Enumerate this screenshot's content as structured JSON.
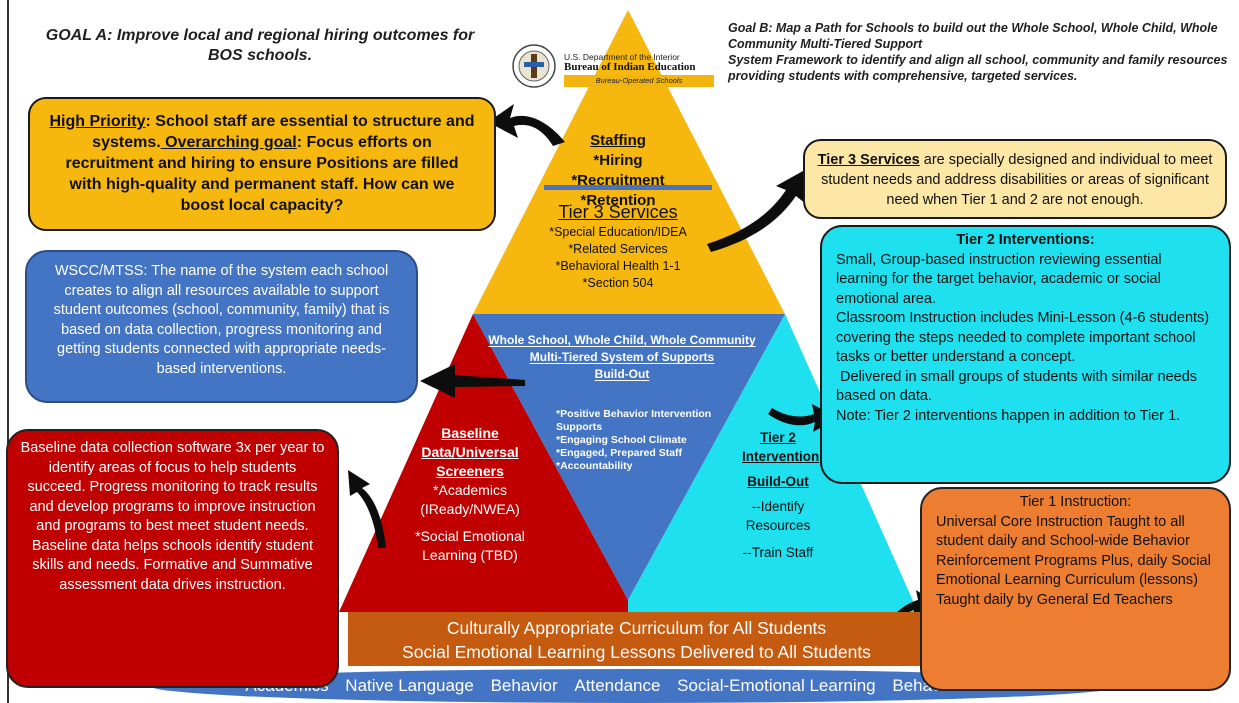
{
  "goal_a": "GOAL A: Improve local and regional hiring outcomes for BOS schools.",
  "goal_b": {
    "title": "Goal B: Map a Path for Schools to build out the Whole School, Whole Child, Whole Community Multi-Tiered Support",
    "body": "System Framework to identify and align all school, community and family resources providing students with comprehensive, targeted services."
  },
  "logo": {
    "line1": "U.S. Department of the Interior",
    "line2": "Bureau of Indian Education",
    "line3": "Bureau-Operated Schools"
  },
  "pyramid": {
    "staffing_title": "Staffing",
    "staffing_items": [
      "*Hiring",
      "*Recruitment",
      "*Retention"
    ],
    "tier3_title": "Tier 3 Services",
    "tier3_items": [
      "*Special Education/IDEA",
      "*Related Services",
      "*Behavioral Health 1-1",
      "*Section 504"
    ],
    "center_title": [
      "Whole School, Whole Child, Whole Community",
      "Multi-Tiered System of Supports",
      "Build-Out"
    ],
    "center_items": [
      "*Positive Behavior Intervention Supports",
      "*Engaging School Climate",
      "*Engaged, Prepared Staff",
      "*Accountability"
    ],
    "red_title": "Baseline Data/Universal Screeners",
    "red_items": [
      "*Academics (IReady/NWEA)",
      "*Social Emotional Learning (TBD)"
    ],
    "cyan_title_1": "Tier 2 Intervention",
    "cyan_title_2": "Build-Out",
    "cyan_items": [
      "--Identify Resources",
      "--Train Staff"
    ],
    "base_lines": [
      "Culturally Appropriate Curriculum for All Students",
      "Social Emotional Learning Lessons Delivered to All Students"
    ]
  },
  "foundation": [
    "Academics",
    "Native Language",
    "Behavior",
    "Attendance",
    "Social-Emotional Learning",
    "Behavioral Health"
  ],
  "callouts": {
    "staffing": {
      "hp_label": "High Priority",
      "hp_text": ": School staff are essential to structure and systems.",
      "og_label": " Overarching goal",
      "og_text": ": Focus efforts on recruitment and hiring to ensure Positions are filled with high-quality and permanent staff. How can we boost local capacity?"
    },
    "tier3": {
      "label": "Tier 3 Services",
      "text": " are specially designed and individual to meet student needs and address disabilities or areas of significant need when Tier 1 and 2 are not enough."
    },
    "wscc": "WSCC/MTSS: The name of the system each school creates to align all resources available to support student outcomes (school, community, family) that is based on data collection, progress monitoring and getting students connected with appropriate needs-based interventions.",
    "tier2": {
      "title": "Tier 2 Interventions:",
      "p1": "Small, Group-based instruction reviewing essential learning for the target behavior, academic or social emotional area.",
      "p2": "Classroom Instruction includes Mini-Lesson (4-6 students) covering the steps needed to complete important school tasks or better understand a concept.",
      "p3": " Delivered in small groups of students with similar needs based on data.",
      "p4": "Note: Tier 2 interventions happen in addition to Tier 1."
    },
    "baseline": "Baseline data collection software 3x per year to identify areas of focus to help students succeed. Progress monitoring to track results and develop programs to improve instruction and programs to best meet student needs. Baseline data helps schools identify student skills and needs. Formative and Summative assessment data drives instruction.",
    "tier1": {
      "title": "Tier 1 Instruction:",
      "body": "Universal Core Instruction Taught to all student daily and School-wide Behavior Reinforcement Programs Plus, daily Social Emotional Learning Curriculum (lessons)",
      "last": "Taught daily by General Ed Teachers"
    }
  },
  "colors": {
    "gold": "#f6b70f",
    "blue": "#4474c4",
    "red": "#c00000",
    "cyan": "#1fe0ee",
    "orange": "#ed7d31",
    "rust": "#c55a11",
    "pale_yellow": "#fde7a6"
  }
}
